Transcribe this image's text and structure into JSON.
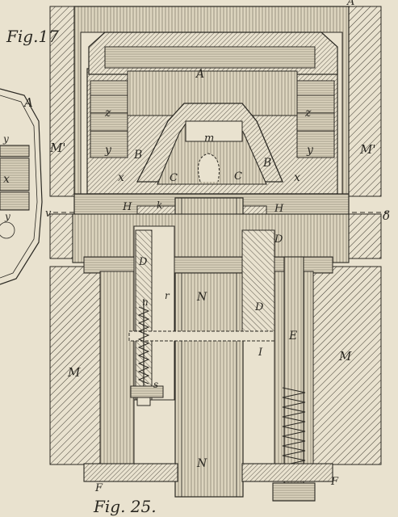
{
  "captions": {
    "fig_top": "Fig.17",
    "fig_bottom": "Fig. 25."
  },
  "labels": {
    "A_top": "A",
    "A_center": "A",
    "A_left": "A",
    "m": "m",
    "z_left": "z",
    "z_right": "z",
    "y_left": "y",
    "y_right": "y",
    "y_inset_top": "y",
    "y_inset_bottom": "y",
    "x_inset": "x",
    "x_left": "x",
    "x_right": "x",
    "B_left": "B",
    "B_right": "B",
    "C_left": "C",
    "C_right": "C",
    "M_prime_left": "M'",
    "M_prime_right": "M'",
    "v": "v",
    "delta": "δ",
    "H_left": "H",
    "H_right": "H",
    "k": "k",
    "D_left": "D",
    "D_right_upper": "D",
    "D_right_lower": "D",
    "N_upper": "N",
    "N_lower": "N",
    "r": "r",
    "n": "n",
    "s": "s",
    "M_left": "M",
    "M_right": "M",
    "I": "I",
    "E": "E",
    "F_left": "F",
    "F_right": "F"
  },
  "colors": {
    "paper": "#e9e2cf",
    "ink": "#2a2822",
    "metal": "#ddd5bf"
  }
}
